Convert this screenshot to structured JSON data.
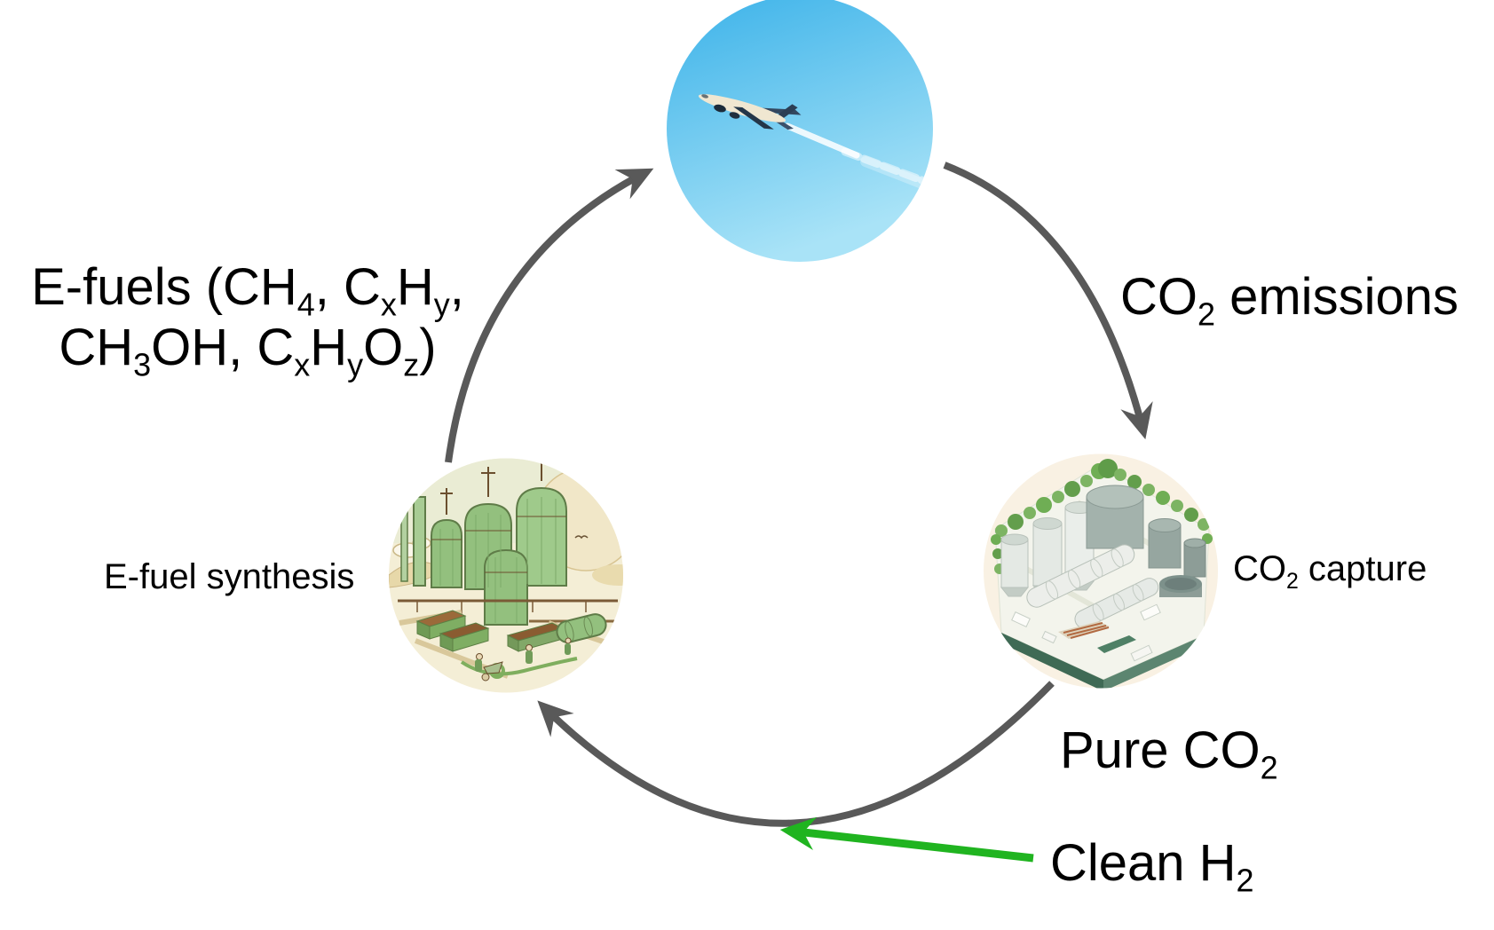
{
  "colors": {
    "background": "#ffffff",
    "arrow_gray": "#595959",
    "arrow_green": "#20b420",
    "text": "#000000"
  },
  "labels": {
    "efuels_line1": [
      "E-fuels (CH",
      "4",
      ", C",
      "x",
      "H",
      "y",
      ","
    ],
    "efuels_line2": [
      "CH",
      "3",
      "OH, C",
      "x",
      "H",
      "y",
      "O",
      "z",
      ")"
    ],
    "co2_emissions": [
      "CO",
      "2",
      " emissions"
    ],
    "co2_capture": [
      "CO",
      "2",
      " capture"
    ],
    "efuel_synthesis": "E-fuel synthesis",
    "pure_co2": [
      "Pure CO",
      "2"
    ],
    "clean_h2": [
      "Clean H",
      "2"
    ]
  },
  "nodes": {
    "aircraft": "airplane-in-blue-sky-image",
    "co2_capture_plant": "co2-capture-facility-image",
    "efuel_synthesis_plant": "efuel-synthesis-plant-image"
  }
}
